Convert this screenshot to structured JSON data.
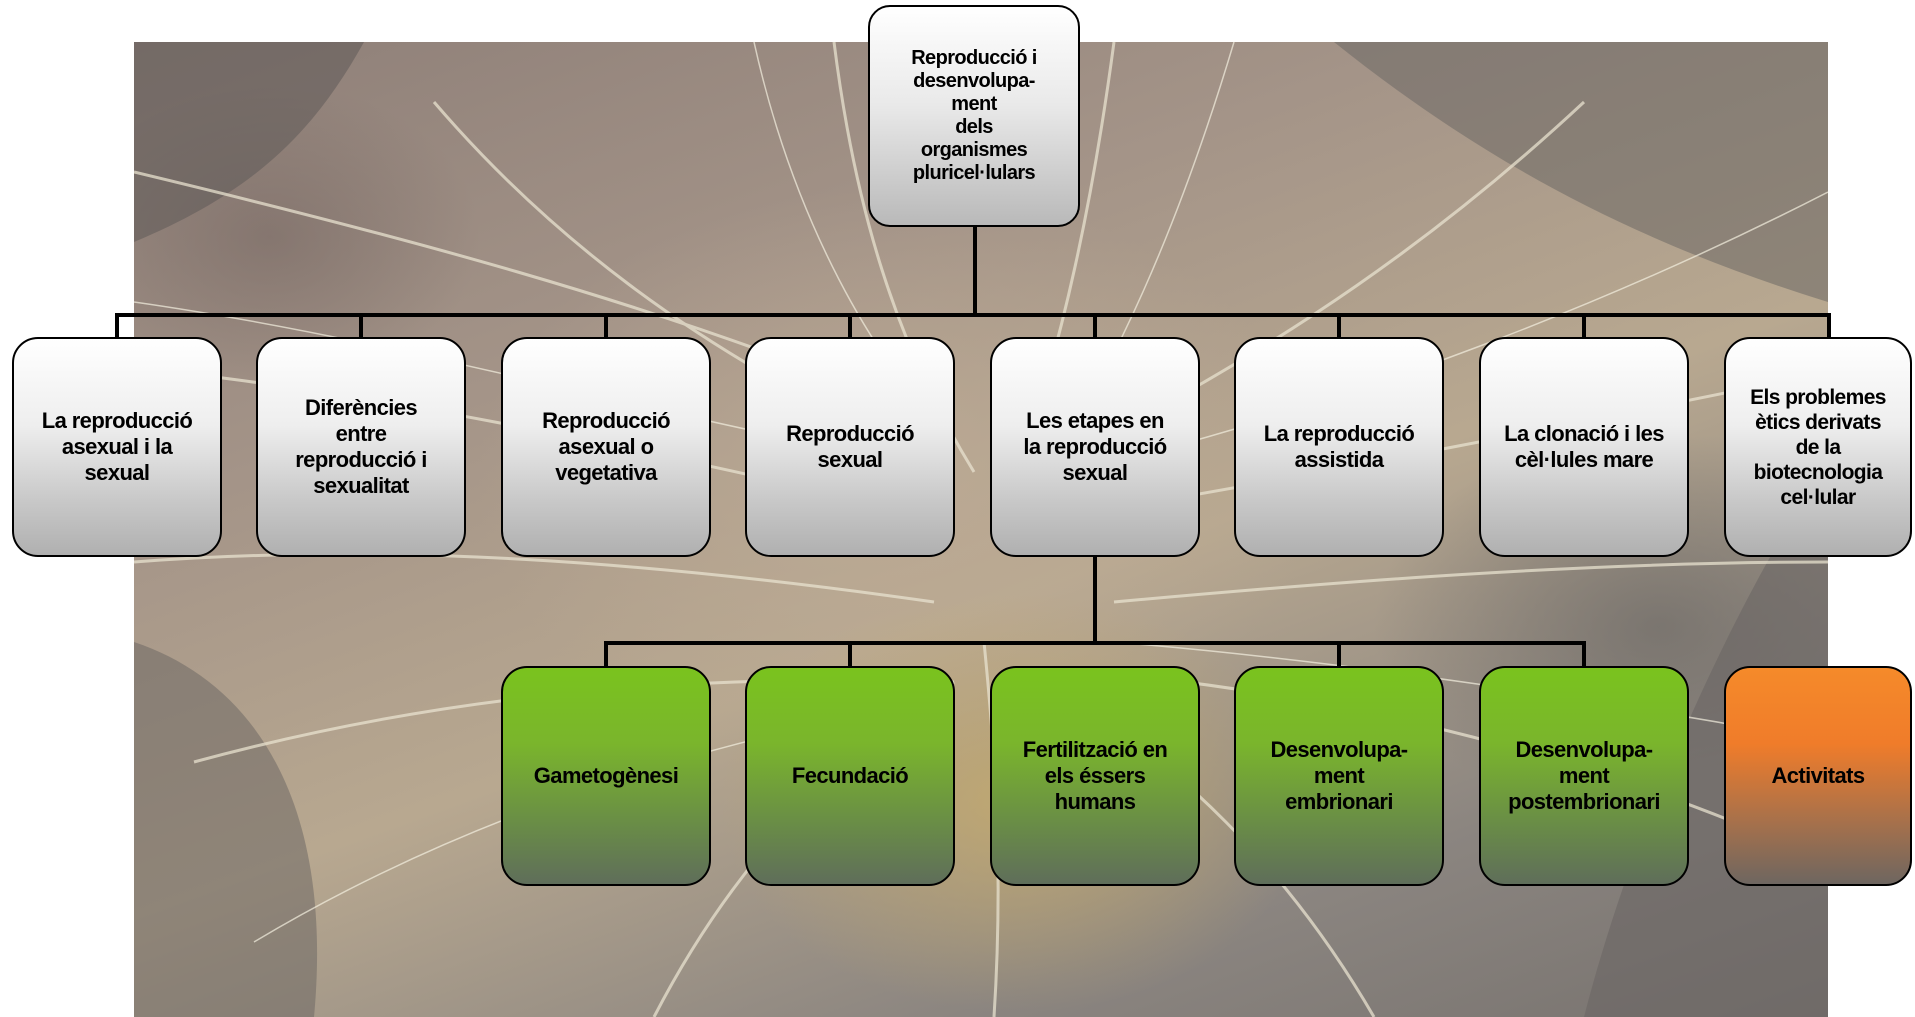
{
  "root": {
    "label": "Reproducció i\ndesenvolupa-\nment\ndels\norganismes\npluricel·lulars"
  },
  "topics": [
    {
      "label": "La reproducció\nasexual i la\nsexual"
    },
    {
      "label": "Diferències\nentre\nreproducció i\nsexualitat"
    },
    {
      "label": "Reproducció\nasexual o\nvegetativa"
    },
    {
      "label": "Reproducció\nsexual"
    },
    {
      "label": "Les etapes en\nla reproducció\nsexual"
    },
    {
      "label": "La reproducció\nassistida"
    },
    {
      "label": "La clonació i les\ncèl·lules mare"
    },
    {
      "label": "Els problemes\nètics derivats\nde la\nbiotecnologia\ncel·lular"
    }
  ],
  "stages": [
    {
      "label": "Gametogènesi"
    },
    {
      "label": "Fecundació"
    },
    {
      "label": "Fertilització en\nels éssers\nhumans"
    },
    {
      "label": "Desenvolupa-\nment\nembrionari"
    },
    {
      "label": "Desenvolupa-\nment\npostembrionari"
    }
  ],
  "activities": {
    "label": "Activitats"
  },
  "colors": {
    "topic": "#c8c8c8",
    "stage": "#7ab52c",
    "activities": "#f07c2a",
    "connector": "#000000"
  }
}
